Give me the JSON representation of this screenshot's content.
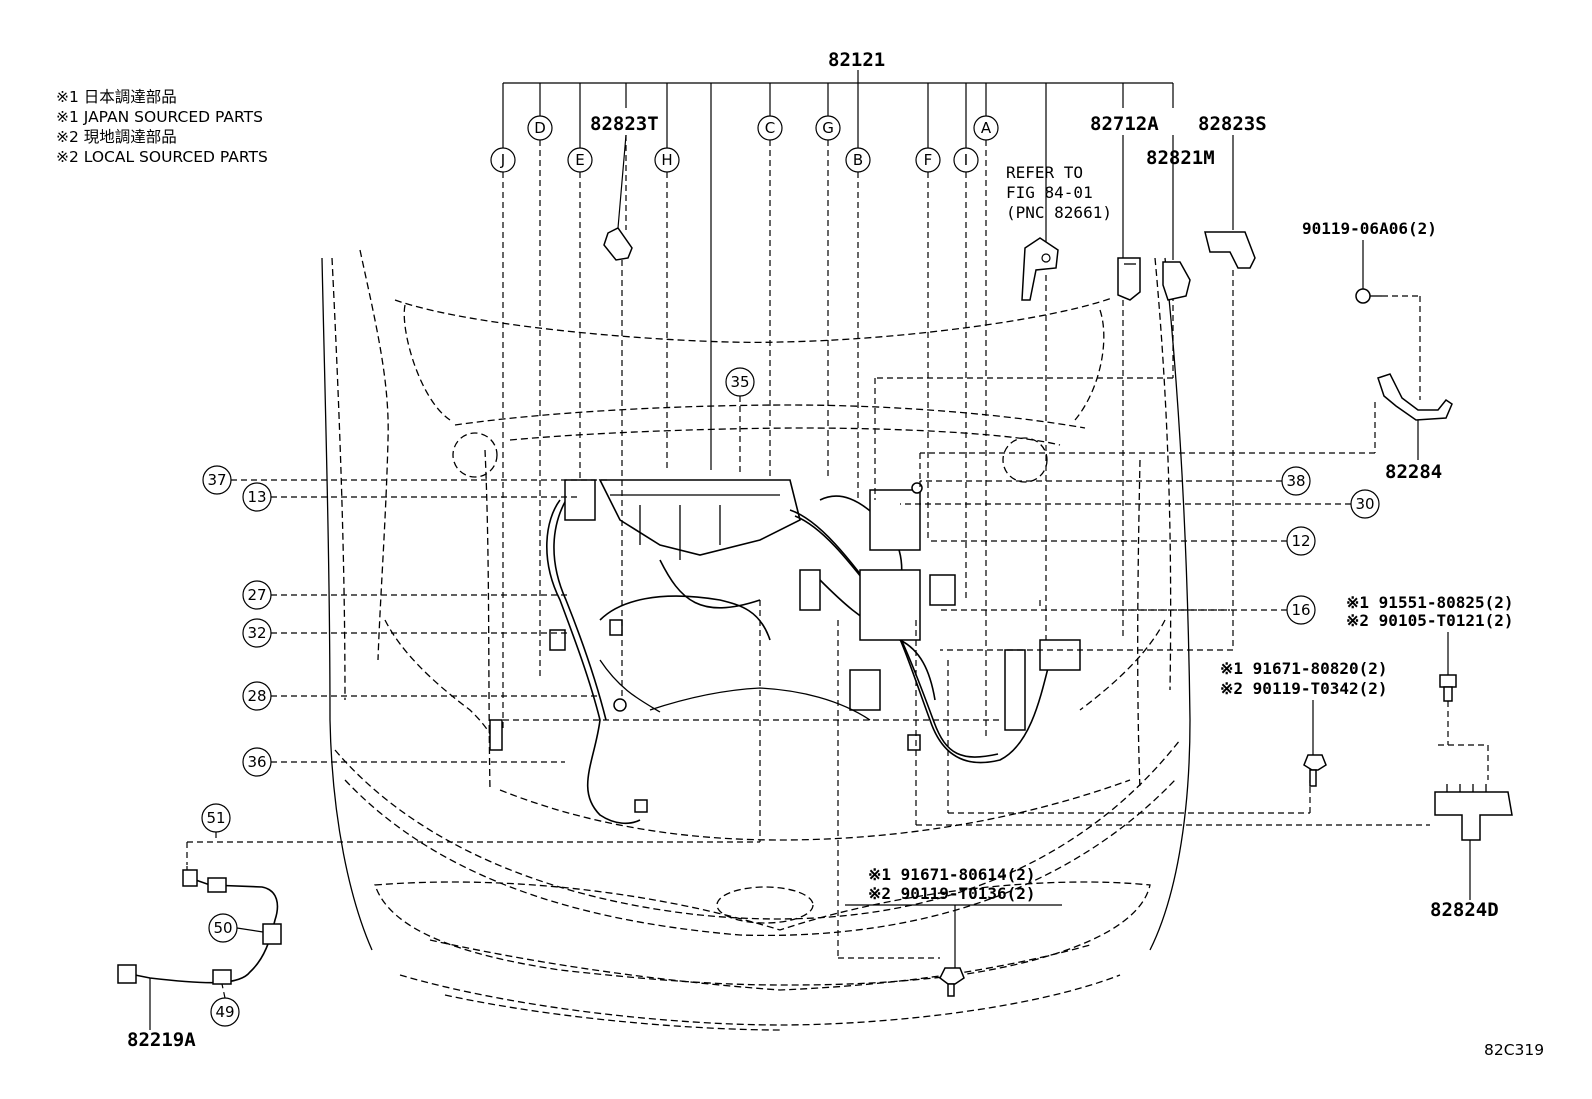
{
  "notes": [
    "※1 日本調達部品",
    "※1 JAPAN SOURCED PARTS",
    "※2 現地調達部品",
    "※2 LOCAL SOURCED PARTS"
  ],
  "main_part": "82121",
  "letters": [
    "J",
    "D",
    "E",
    "H",
    "C",
    "G",
    "B",
    "F",
    "I",
    "A"
  ],
  "numbers": [
    "35",
    "37",
    "13",
    "27",
    "32",
    "28",
    "36",
    "38",
    "30",
    "12",
    "16",
    "51",
    "50",
    "49"
  ],
  "parts": {
    "p82823T": "82823T",
    "p82712A": "82712A",
    "p82823S": "82823S",
    "p82821M": "82821M",
    "p82284": "82284",
    "p82824D": "82824D",
    "p82219A": "82219A"
  },
  "refer": [
    "REFER TO",
    "FIG 84-01",
    "(PNC 82661)"
  ],
  "bolts": {
    "b1": "90119-06A06(2)",
    "b2a": "※1 91551-80825(2)",
    "b2b": "※2 90105-T0121(2)",
    "b3a": "※1 91671-80820(2)",
    "b3b": "※2 90119-T0342(2)",
    "b4a": "※1 91671-80614(2)",
    "b4b": "※2 90119-T0136(2)"
  },
  "figure_code": "82C319"
}
